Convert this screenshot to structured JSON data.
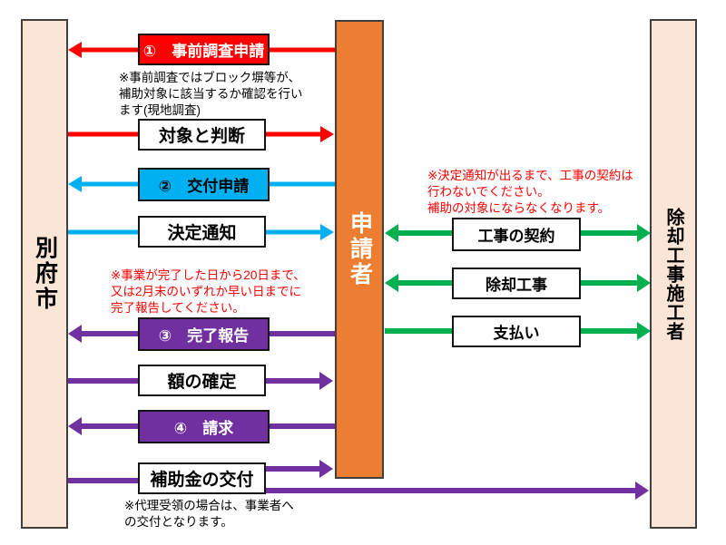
{
  "columns": {
    "city": "別府市",
    "applicant": "申請者",
    "contractor": "除却工事施工者"
  },
  "steps": {
    "prior_survey": "①　事前調査申請",
    "judged_eligible": "対象と判断",
    "grant_application": "②　交付申請",
    "decision_notice": "決定通知",
    "completion_report": "③　完了報告",
    "amount_determination": "額の確定",
    "billing": "④　請求",
    "subsidy_payment": "補助金の交付",
    "construction_contract": "工事の契約",
    "demolition_work": "除却工事",
    "payment": "支払い"
  },
  "notes": {
    "prior_survey_note": "※事前調査ではブロック塀等が、\n補助対象に該当するか確認を行い\nます(現地調査)",
    "contract_warning": "※決定通知が出るまで、工事の契約は\n行わないでください。\n補助の対象にならなくなります。",
    "completion_deadline": "※事業が完了した日から20日まで、\n又は2月末のいずれか早い日までに\n完了報告してください。",
    "proxy_receipt": "※代理受領の場合は、事業者へ\nの交付となります。"
  },
  "colors": {
    "red": "#ff0000",
    "cyan": "#00b0f0",
    "purple": "#7030a0",
    "green": "#00b050",
    "orange": "#ed7d31",
    "peach": "#fbe5d6",
    "border": "#141414",
    "warning_text": "#ff0000"
  }
}
